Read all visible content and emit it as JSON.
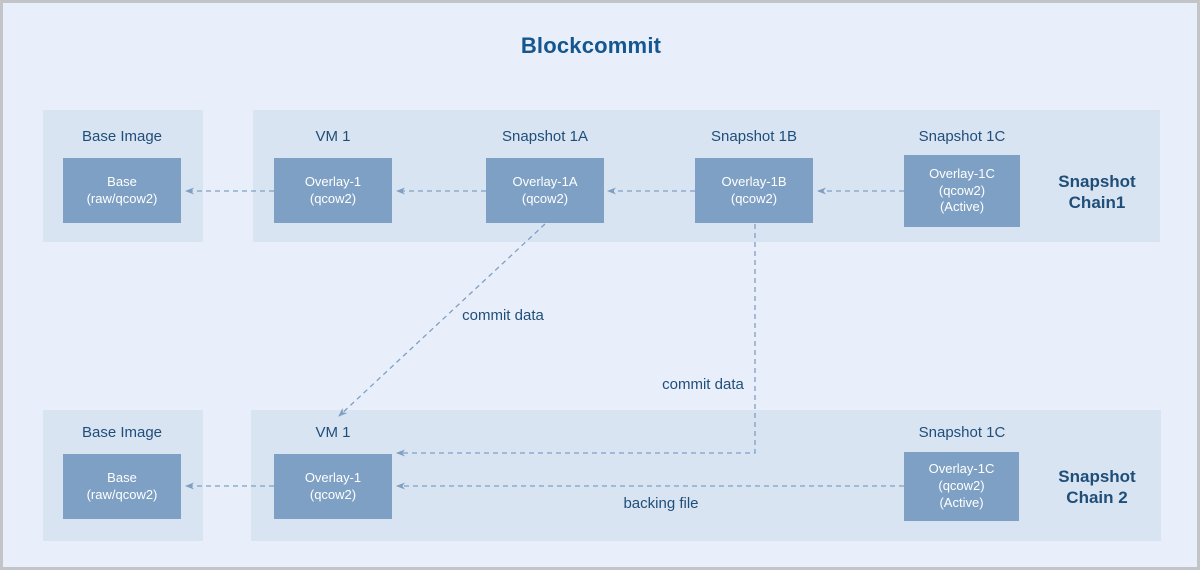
{
  "title": "Blockcommit",
  "colors": {
    "page_background": "#e9effa",
    "panel_background": "#d9e4f2",
    "node_box_background": "#7ea0c4",
    "node_box_text": "#ffffff",
    "label_text": "#1f4e79",
    "title_text": "#14568f",
    "arrow": "#7e9fc2",
    "outer_border": "#c2c4c8"
  },
  "chain1": {
    "chain_label": "Snapshot\nChain1",
    "base": {
      "panel_label": "Base Image",
      "box_text": "Base\n(raw/qcow2)"
    },
    "nodes": [
      {
        "label": "VM 1",
        "box_text": "Overlay-1\n(qcow2)"
      },
      {
        "label": "Snapshot 1A",
        "box_text": "Overlay-1A\n(qcow2)"
      },
      {
        "label": "Snapshot 1B",
        "box_text": "Overlay-1B\n(qcow2)"
      },
      {
        "label": "Snapshot 1C",
        "box_text": "Overlay-1C\n(qcow2)\n(Active)"
      }
    ]
  },
  "chain2": {
    "chain_label": "Snapshot\nChain 2",
    "base": {
      "panel_label": "Base Image",
      "box_text": "Base\n(raw/qcow2)"
    },
    "nodes": [
      {
        "label": "VM 1",
        "box_text": "Overlay-1\n(qcow2)"
      },
      {
        "label": "Snapshot 1C",
        "box_text": "Overlay-1C\n(qcow2)\n(Active)"
      }
    ]
  },
  "annotations": {
    "commit_data_top": "commit data",
    "commit_data_mid": "commit data",
    "backing_file": "backing file"
  }
}
